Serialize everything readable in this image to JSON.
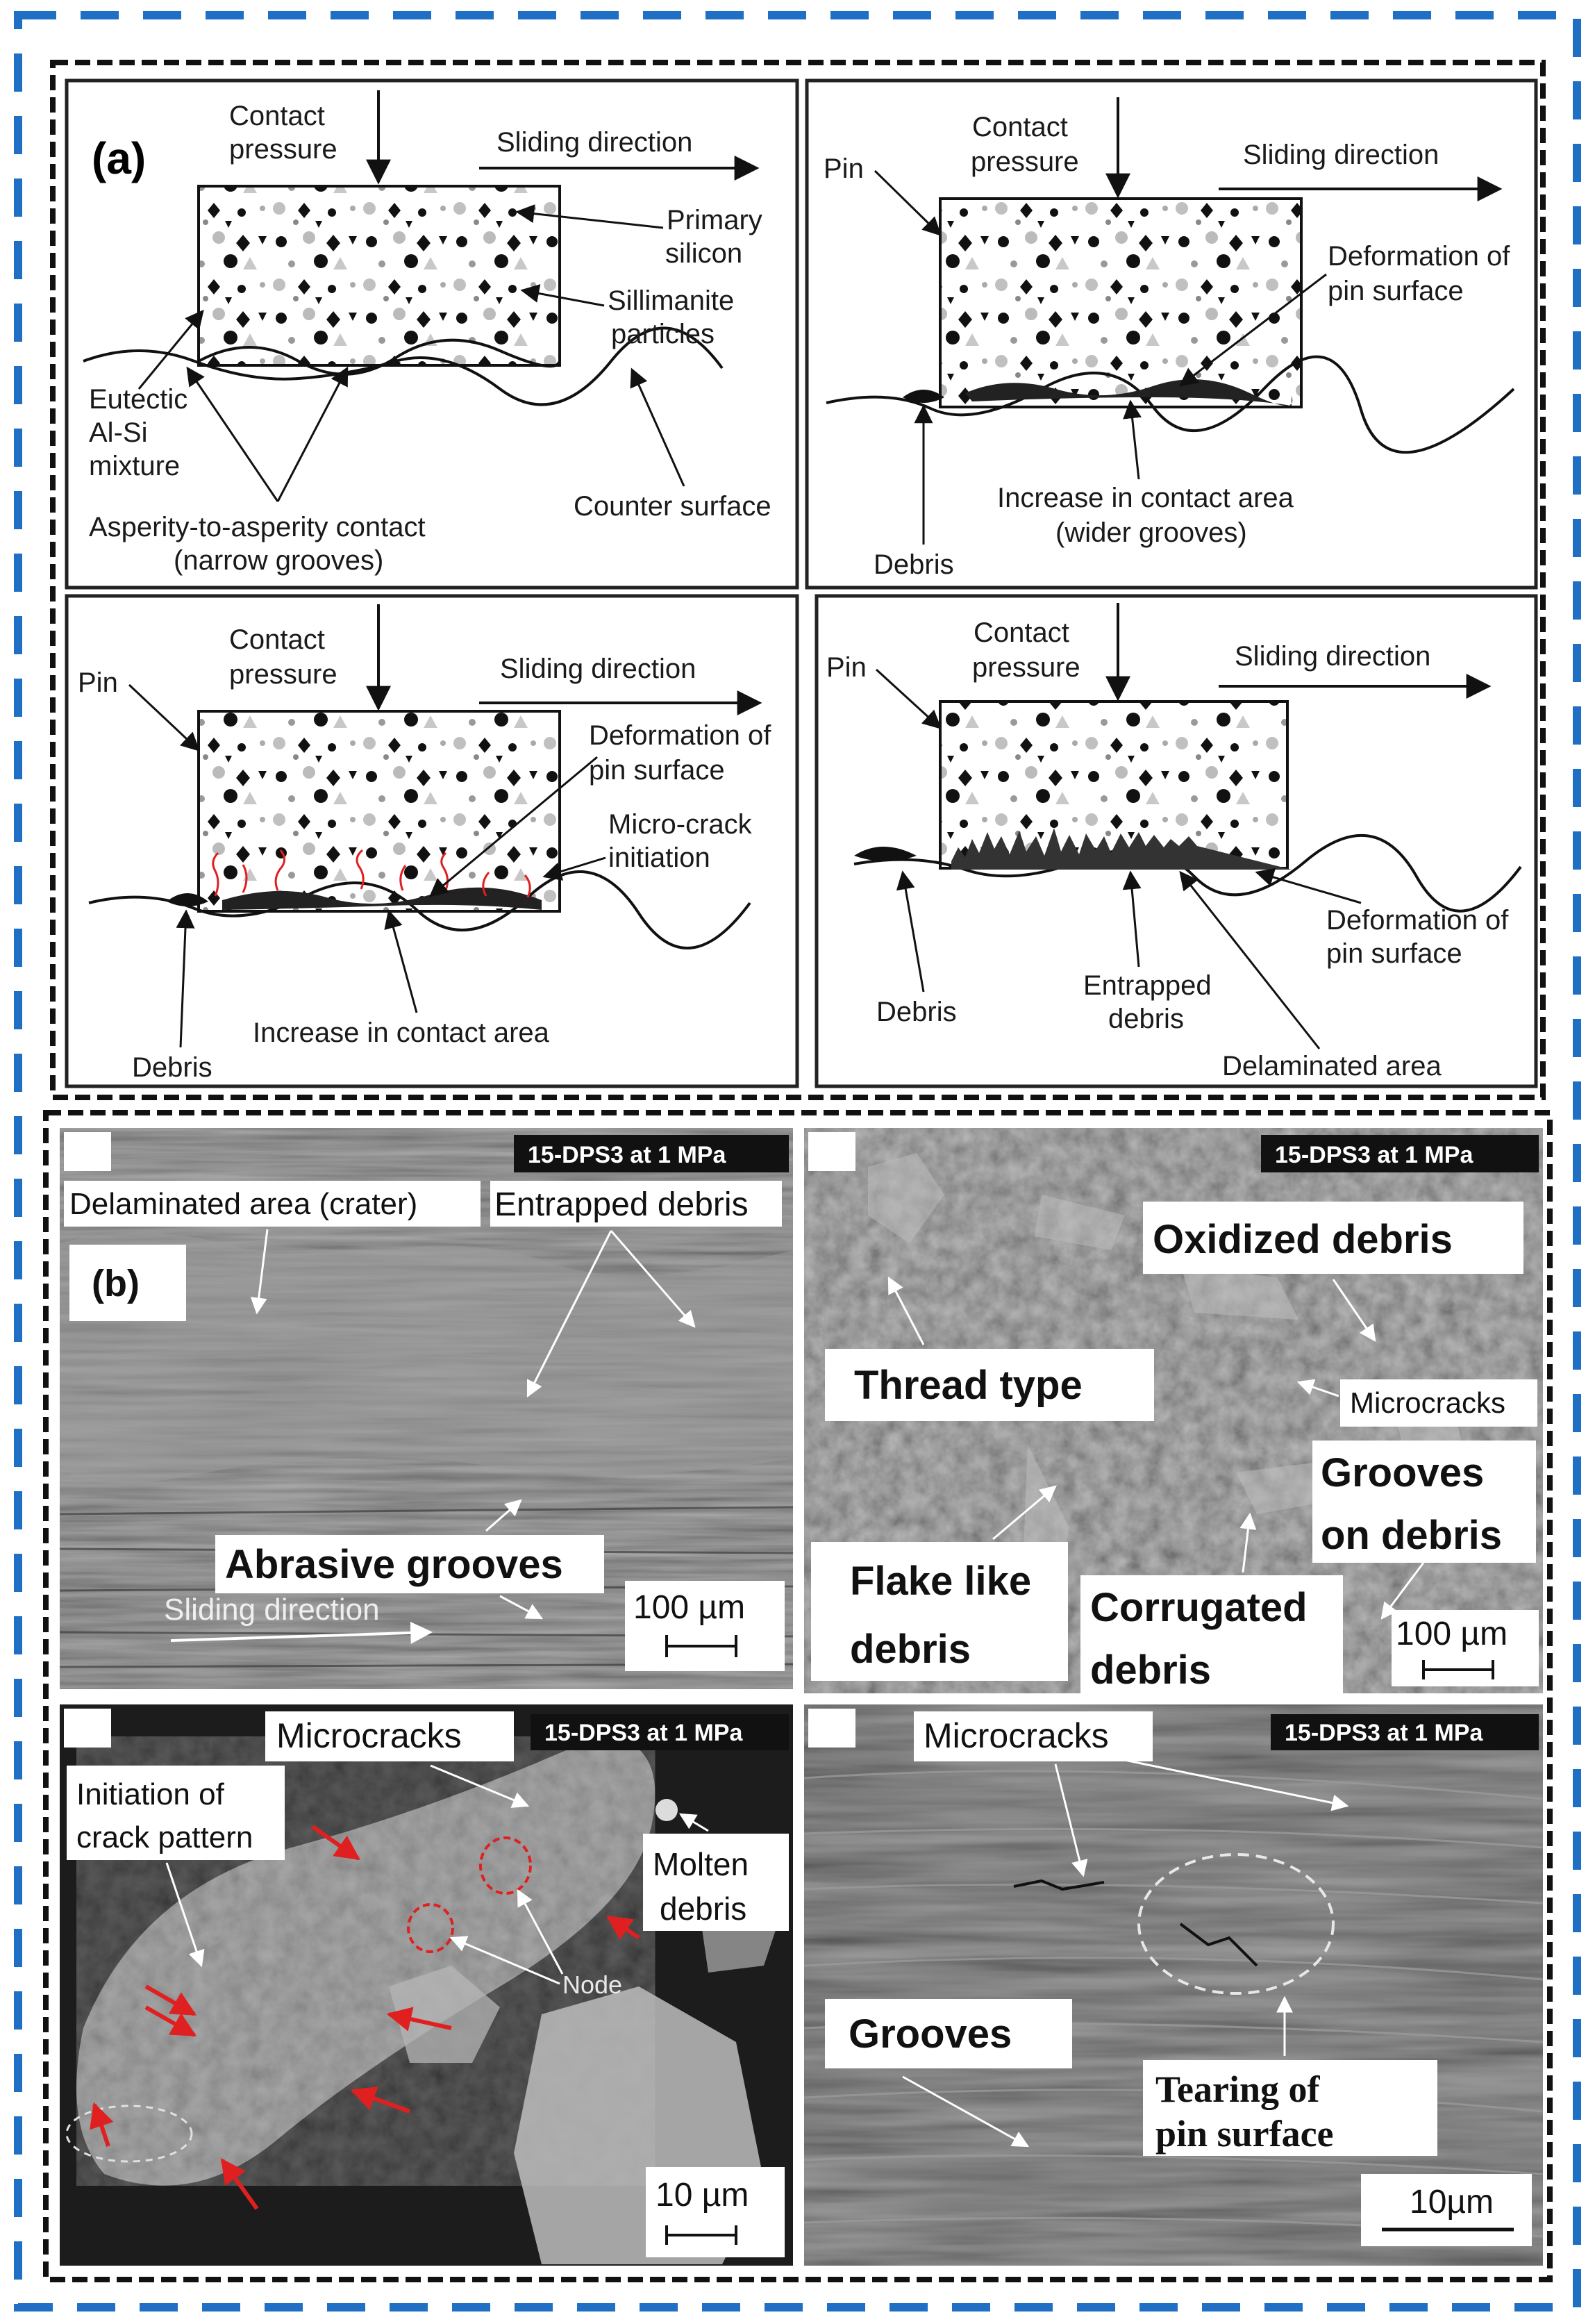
{
  "panel_a": {
    "label": "(a)",
    "p1": {
      "contact_line1": "Contact",
      "contact_line2": "pressure",
      "sliding": "Sliding direction",
      "primary1": "Primary",
      "primary2": "silicon",
      "sill1": "Sillimanite",
      "sill2": "particles",
      "eut1": "Eutectic",
      "eut2": "Al-Si",
      "eut3": "mixture",
      "asp1": "Asperity-to-asperity contact",
      "asp2": "(narrow grooves)",
      "counter": "Counter surface"
    },
    "p2": {
      "pin": "Pin",
      "contact_line1": "Contact",
      "contact_line2": "pressure",
      "sliding": "Sliding direction",
      "def1": "Deformation of",
      "def2": "pin surface",
      "inc1": "Increase in contact area",
      "inc2": "(wider grooves)",
      "debris": "Debris"
    },
    "p3": {
      "pin": "Pin",
      "contact_line1": "Contact",
      "contact_line2": "pressure",
      "sliding": "Sliding direction",
      "def1": "Deformation of",
      "def2": "pin surface",
      "mc1": "Micro-crack",
      "mc2": "initiation",
      "inc": "Increase in contact area",
      "debris": "Debris"
    },
    "p4": {
      "pin": "Pin",
      "contact_line1": "Contact",
      "contact_line2": "pressure",
      "sliding": "Sliding direction",
      "def1": "Deformation of",
      "def2": "pin surface",
      "ent1": "Entrapped",
      "ent2": "debris",
      "debris": "Debris",
      "delam": "Delaminated area"
    }
  },
  "panel_b": {
    "label": "(b)",
    "i1": {
      "tag": "15-DPS3 at 1 MPa",
      "delam": "Delaminated area (crater)",
      "entrapped": "Entrapped debris",
      "abrasive": "Abrasive grooves",
      "sliding": "Sliding direction",
      "scale": "100 µm"
    },
    "i2": {
      "tag": "15-DPS3 at 1 MPa",
      "oxidized": "Oxidized debris",
      "thread": "Thread type",
      "microcracks": "Microcracks",
      "grooves1": "Grooves",
      "grooves2": "on debris",
      "flake1": "Flake like",
      "flake2": "debris",
      "corr1": "Corrugated",
      "corr2": "debris",
      "scale": "100 µm"
    },
    "i3": {
      "tag": "15-DPS3 at 1 MPa",
      "microcracks": "Microcracks",
      "init1": "Initiation of",
      "init2": "crack pattern",
      "molten1": "Molten",
      "molten2": "debris",
      "node": "Node",
      "scale": "10 µm"
    },
    "i4": {
      "tag": "15-DPS3 at 1 MPa",
      "microcracks": "Microcracks",
      "grooves": "Grooves",
      "tear1": "Tearing of",
      "tear2": "pin surface",
      "scale": "10µm"
    }
  },
  "colors": {
    "outer_border": "#1f6fc4",
    "inner_border": "#111111",
    "red_marks": "#e02020"
  }
}
